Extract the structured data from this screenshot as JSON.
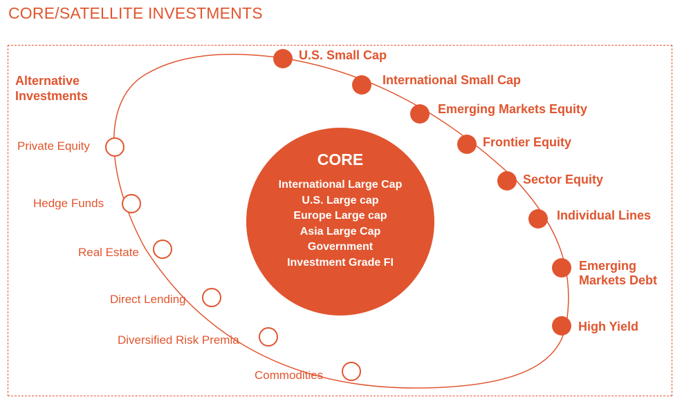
{
  "title": "CORE/SATELLITE INVESTMENTS",
  "alternative_investments": [
    "Alternative",
    "Investments"
  ],
  "core": {
    "title": "CORE",
    "items": [
      "International Large Cap",
      "U.S. Large cap",
      "Europe Large cap",
      "Asia Large Cap",
      "Government",
      "Investment Grade FI"
    ]
  },
  "satellites": [
    "U.S. Small Cap",
    "International Small Cap",
    "Emerging Markets Equity",
    "Frontier Equity",
    "Sector Equity",
    "Individual Lines",
    "Emerging Markets Debt",
    "High Yield"
  ],
  "alternatives": [
    "Private Equity",
    "Hedge Funds",
    "Real Estate",
    "Direct Lending",
    "Diversified Risk Premia",
    "Commodities"
  ],
  "colors": {
    "accent": "#e0552f",
    "background": "#ffffff"
  }
}
